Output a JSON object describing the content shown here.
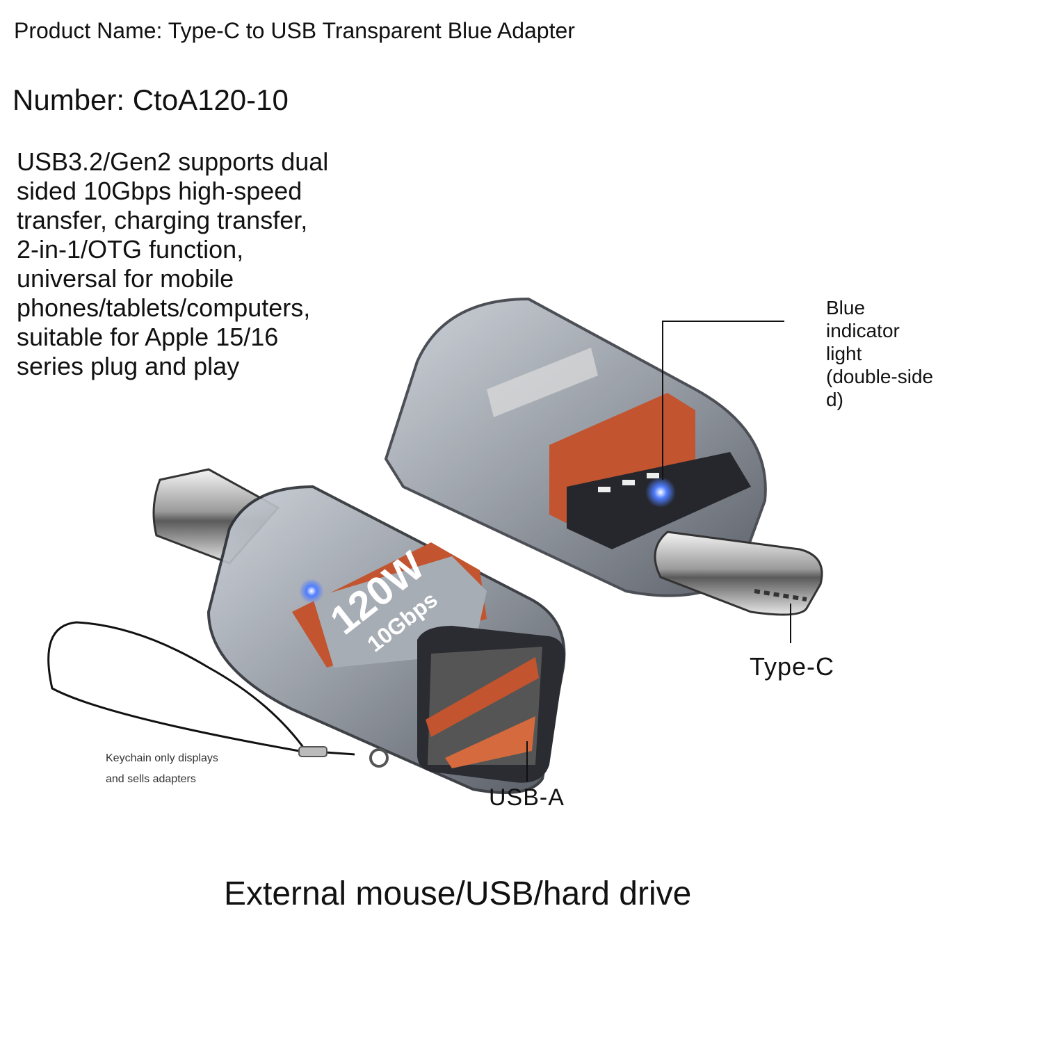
{
  "header": {
    "product_name": "Product Name: Type-C to USB Transparent Blue Adapter",
    "number": "Number: CtoA120-10"
  },
  "description": {
    "lines": [
      "USB3.2/Gen2 supports dual",
      "sided 10Gbps high-speed",
      "transfer, charging transfer,",
      "2-in-1/OTG function,",
      "universal for mobile",
      "phones/tablets/computers,",
      "suitable for Apple 15/16",
      "series plug and play"
    ]
  },
  "callouts": {
    "blue_light": [
      "Blue",
      "indicator",
      "light",
      "(double-side",
      "d)"
    ],
    "type_c": "Type-C",
    "usb_a": "USB-A"
  },
  "product_markings": {
    "power": "120W",
    "speed": "10Gbps"
  },
  "keychain_note": [
    "Keychain only displays",
    "and sells adapters"
  ],
  "tagline": "External mouse/USB/hard drive",
  "colors": {
    "accent_orange": "#c2542f",
    "indicator_blue": "#3a6cff",
    "body_grey": "#9aa0a8"
  }
}
